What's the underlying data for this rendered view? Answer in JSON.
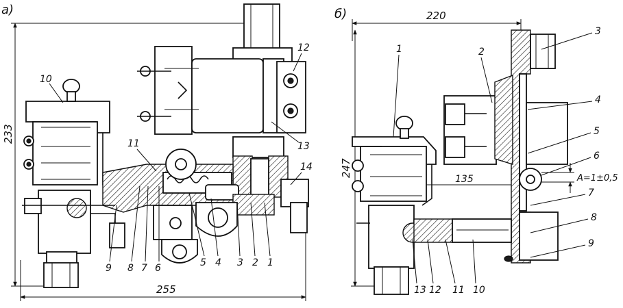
{
  "figure_a": {
    "label": "а)",
    "dim_height": "233",
    "dim_width": "255",
    "callouts": [
      "10",
      "11",
      "12",
      "13",
      "14",
      "9",
      "8",
      "7",
      "6",
      "5",
      "4",
      "3",
      "2",
      "1"
    ]
  },
  "figure_b": {
    "label": "б)",
    "dim_height": "247",
    "dim_width": "220",
    "dim_inner": "135",
    "dim_gap": "A=1±0,5",
    "callouts": [
      "1",
      "2",
      "3",
      "4",
      "5",
      "6",
      "7",
      "8",
      "9",
      "13",
      "12",
      "11",
      "10"
    ]
  }
}
